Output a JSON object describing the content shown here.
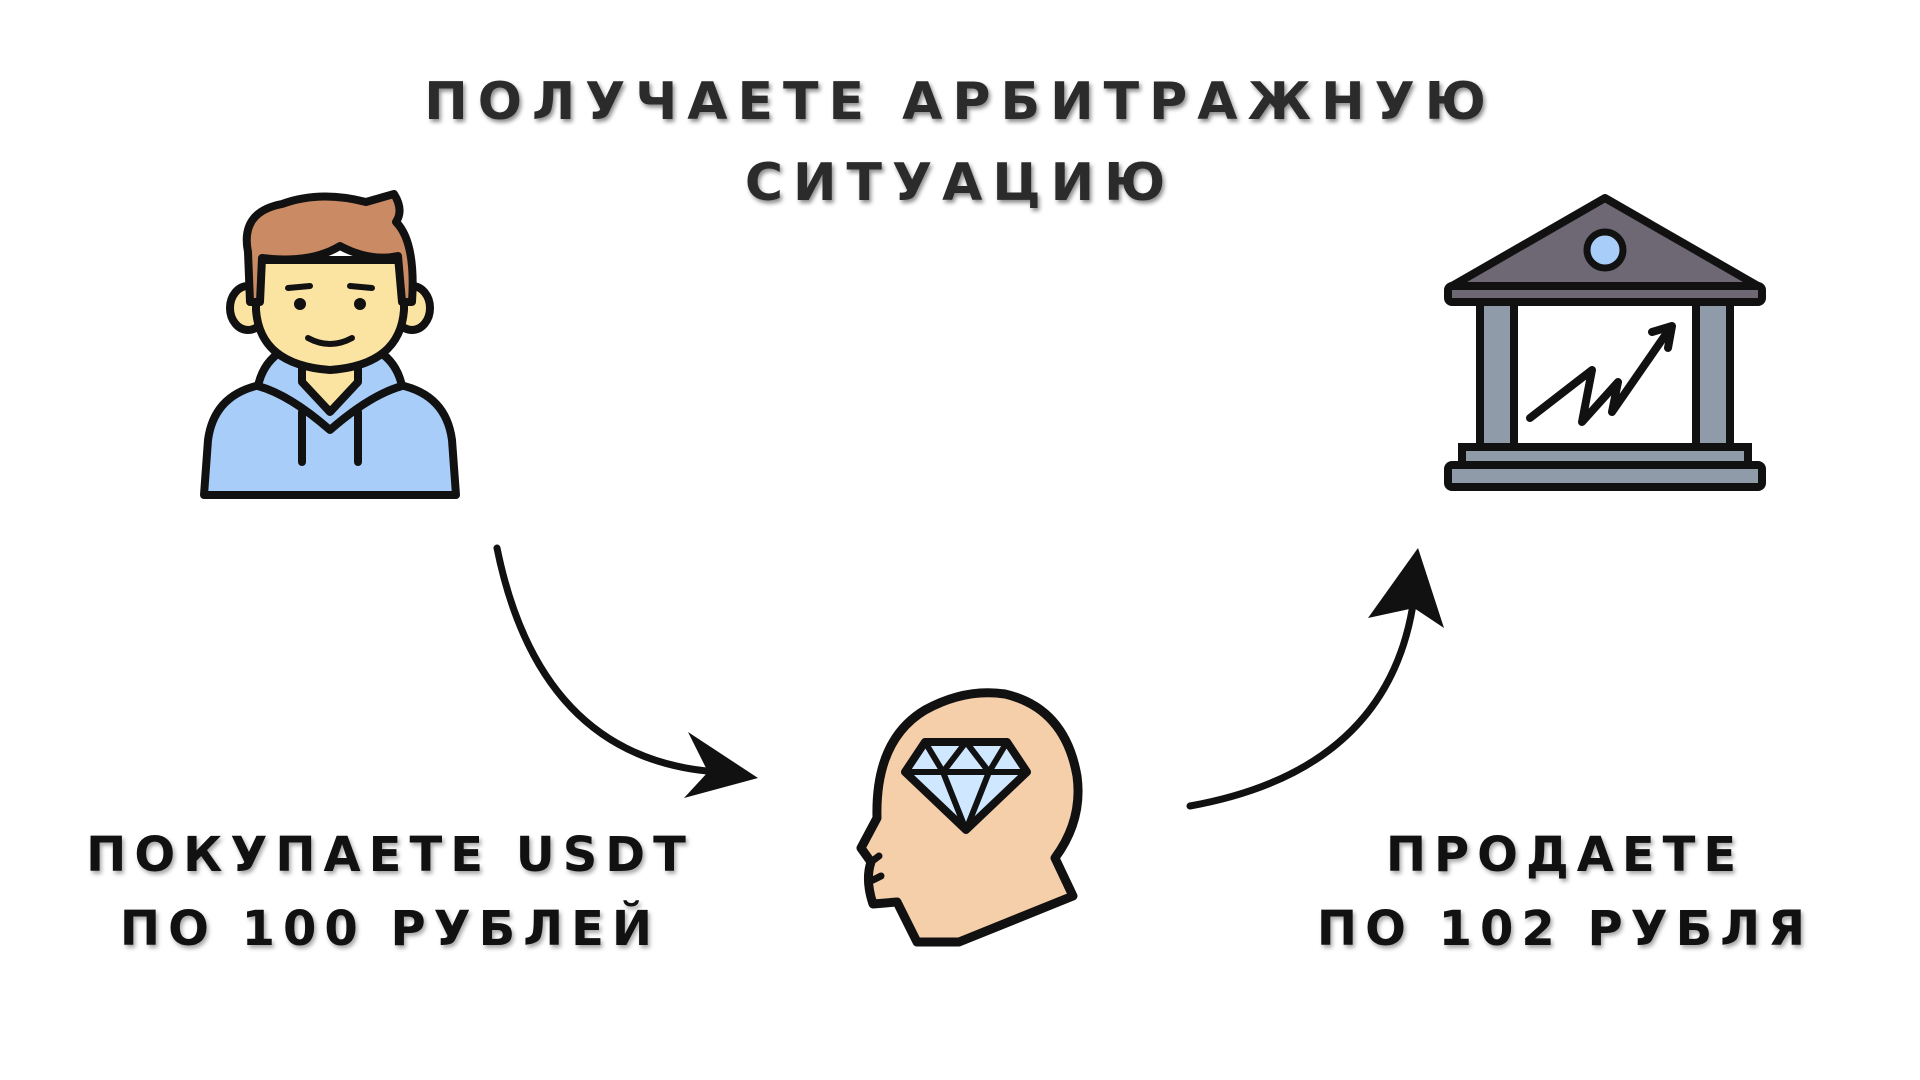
{
  "title": {
    "line1": "получаете арбитражную",
    "line2": "ситуацию"
  },
  "steps": {
    "buy": {
      "line1": "покупаете USDT",
      "line2": "по 100 рублей"
    },
    "sell": {
      "line1": "продаете",
      "line2": "по 102 рубля"
    }
  },
  "icons": {
    "person": "person-hoodie-icon",
    "mind": "head-diamond-icon",
    "bank": "bank-growth-icon"
  },
  "colors": {
    "outline": "#111111",
    "skin": "#fbe3a1",
    "hair": "#c98a64",
    "hoodie": "#a8cdf8",
    "head": "#f5cfaa",
    "diamond": "#cfe8ff",
    "roof": "#6e6774",
    "column": "#8f9ba8",
    "bank_window": "#a8cdf8"
  }
}
